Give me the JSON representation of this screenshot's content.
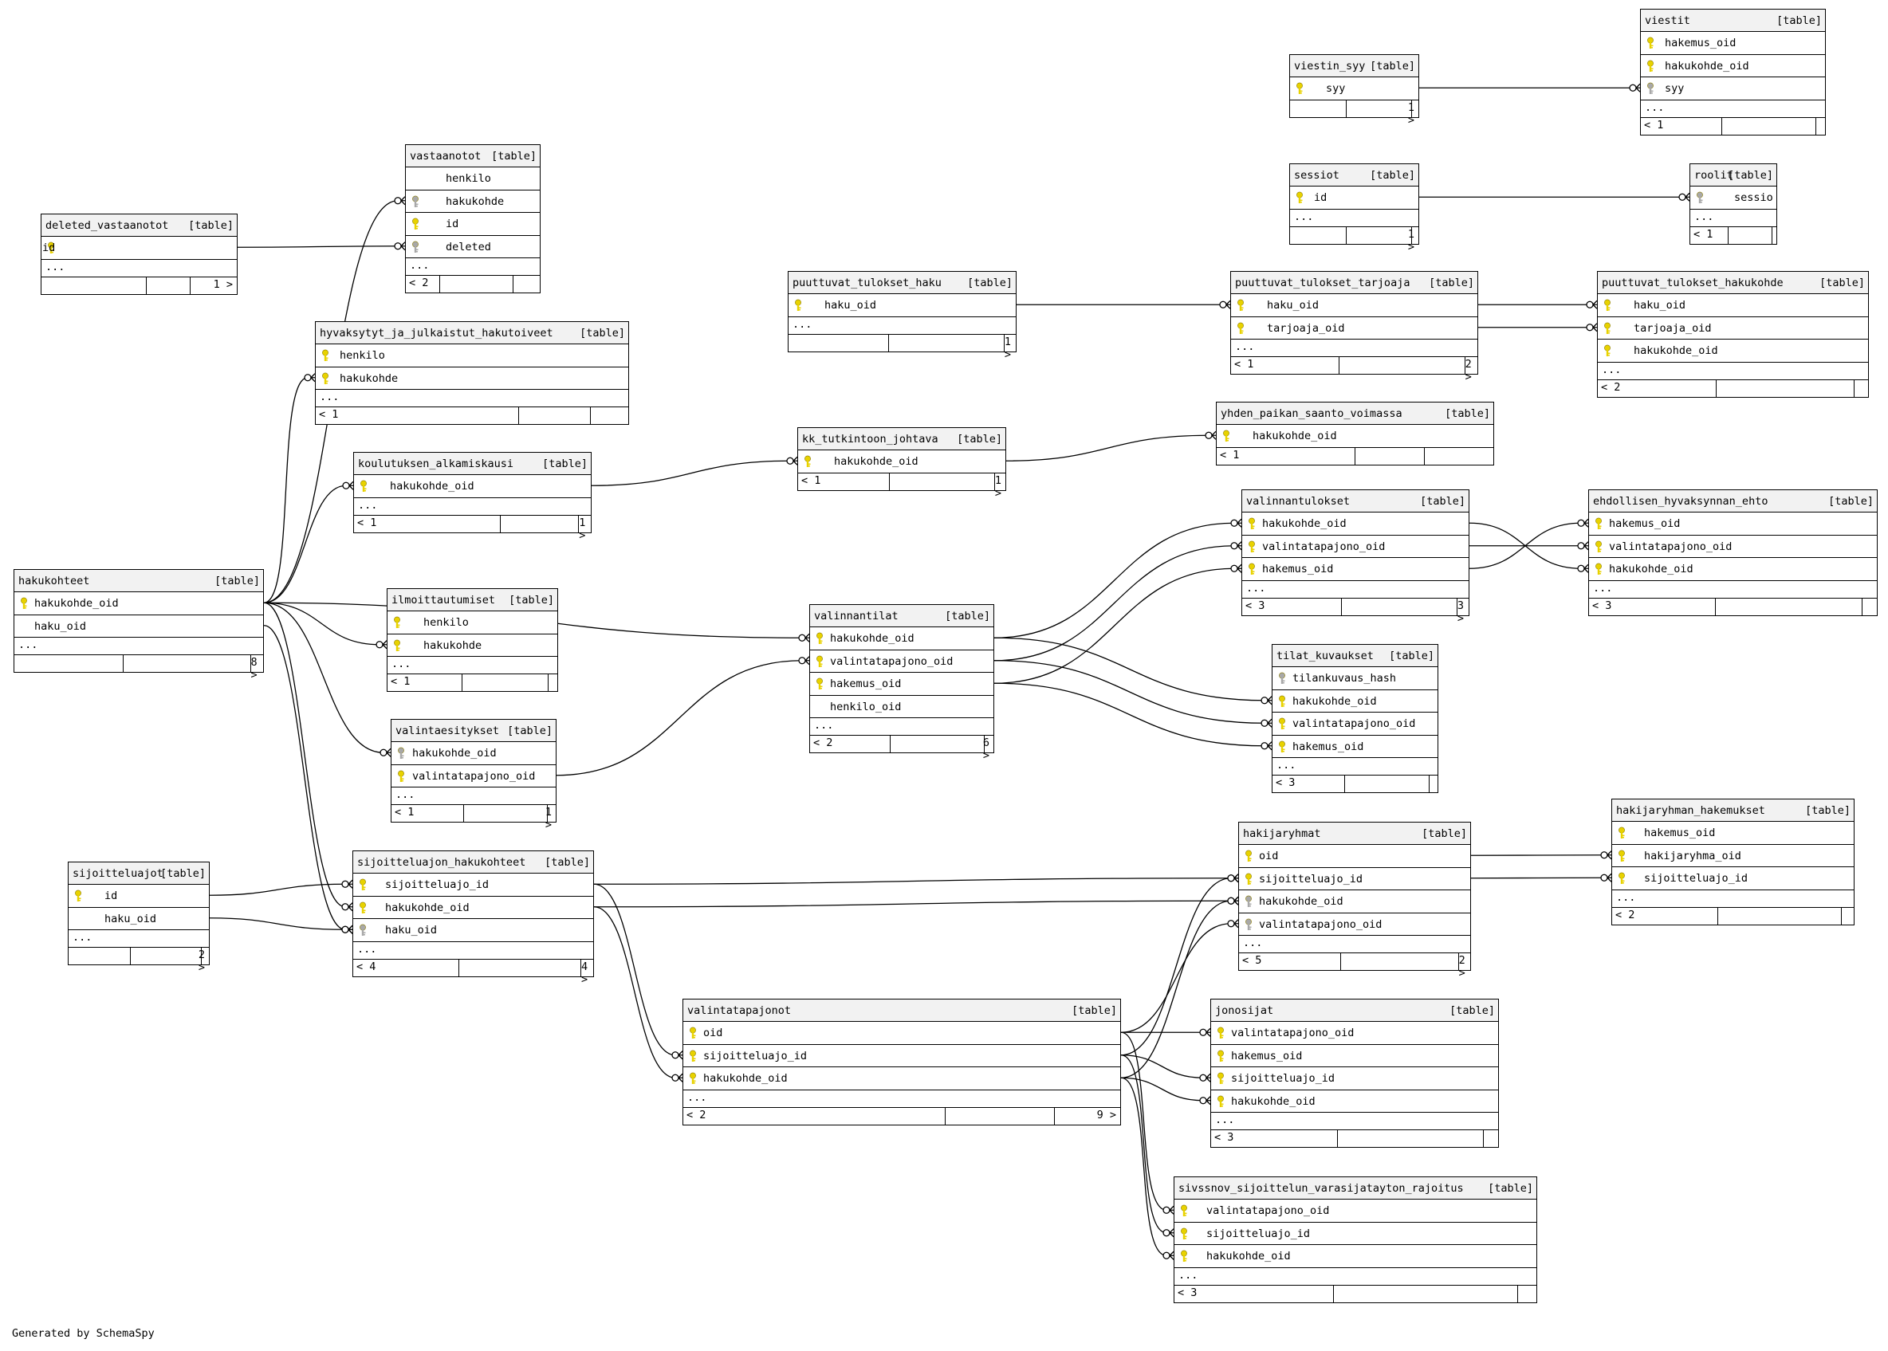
{
  "footer_text": "Generated by SchemaSpy",
  "type_label": "[table]",
  "more_label": "...",
  "key_colors": {
    "primary": "#e8d200",
    "foreign": "#a8a8a8"
  },
  "tables": [
    {
      "id": "deleted_vastaanotot",
      "name": "deleted_vastaanotot",
      "cols": [
        {
          "name": "id",
          "key": "pk"
        }
      ],
      "more": true,
      "parents": "",
      "children": "1 >"
    },
    {
      "id": "vastaanotot",
      "name": "vastaanotot",
      "cols": [
        {
          "name": "henkilo",
          "key": ""
        },
        {
          "name": "hakukohde",
          "key": "fk"
        },
        {
          "name": "id",
          "key": "pk"
        },
        {
          "name": "deleted",
          "key": "fk"
        }
      ],
      "more": true,
      "parents": "< 2",
      "children": ""
    },
    {
      "id": "hyvaksytyt",
      "name": "hyvaksytyt_ja_julkaistut_hakutoiveet",
      "cols": [
        {
          "name": "henkilo",
          "key": "pk"
        },
        {
          "name": "hakukohde",
          "key": "pk"
        }
      ],
      "more": true,
      "parents": "< 1",
      "children": ""
    },
    {
      "id": "koulutuksen",
      "name": "koulutuksen_alkamiskausi",
      "cols": [
        {
          "name": "hakukohde_oid",
          "key": "pk"
        }
      ],
      "more": true,
      "parents": "< 1",
      "children": "1 >"
    },
    {
      "id": "kk_tutkintoon",
      "name": "kk_tutkintoon_johtava",
      "cols": [
        {
          "name": "hakukohde_oid",
          "key": "pk"
        }
      ],
      "more": false,
      "parents": "< 1",
      "children": "1 >"
    },
    {
      "id": "puuttuvat_haku",
      "name": "puuttuvat_tulokset_haku",
      "cols": [
        {
          "name": "haku_oid",
          "key": "pk"
        }
      ],
      "more": true,
      "parents": "",
      "children": "1 >"
    },
    {
      "id": "puuttuvat_tarjoaja",
      "name": "puuttuvat_tulokset_tarjoaja",
      "cols": [
        {
          "name": "haku_oid",
          "key": "pk"
        },
        {
          "name": "tarjoaja_oid",
          "key": "pk"
        }
      ],
      "more": true,
      "parents": "< 1",
      "children": "2 >"
    },
    {
      "id": "puuttuvat_hakukohde",
      "name": "puuttuvat_tulokset_hakukohde",
      "cols": [
        {
          "name": "haku_oid",
          "key": "pk"
        },
        {
          "name": "tarjoaja_oid",
          "key": "pk"
        },
        {
          "name": "hakukohde_oid",
          "key": "pk"
        }
      ],
      "more": true,
      "parents": "< 2",
      "children": ""
    },
    {
      "id": "viestin_syy",
      "name": "viestin_syy",
      "cols": [
        {
          "name": "syy",
          "key": "pk"
        }
      ],
      "more": false,
      "parents": "",
      "children": "1 >"
    },
    {
      "id": "viestit",
      "name": "viestit",
      "cols": [
        {
          "name": "hakemus_oid",
          "key": "pk"
        },
        {
          "name": "hakukohde_oid",
          "key": "pk"
        },
        {
          "name": "syy",
          "key": "fk"
        }
      ],
      "more": true,
      "parents": "< 1",
      "children": ""
    },
    {
      "id": "sessiot",
      "name": "sessiot",
      "cols": [
        {
          "name": "id",
          "key": "pk"
        }
      ],
      "more": true,
      "parents": "",
      "children": "1 >"
    },
    {
      "id": "roolit",
      "name": "roolit",
      "cols": [
        {
          "name": "sessio",
          "key": "fk"
        }
      ],
      "more": true,
      "parents": "< 1",
      "children": ""
    },
    {
      "id": "yhden_paikan",
      "name": "yhden_paikan_saanto_voimassa",
      "cols": [
        {
          "name": "hakukohde_oid",
          "key": "pk"
        }
      ],
      "more": false,
      "parents": "< 1",
      "children": ""
    },
    {
      "id": "hakukohteet",
      "name": "hakukohteet",
      "cols": [
        {
          "name": "hakukohde_oid",
          "key": "pk"
        },
        {
          "name": "haku_oid",
          "key": ""
        }
      ],
      "more": true,
      "parents": "",
      "children": "8 >"
    },
    {
      "id": "ilmoittautumiset",
      "name": "ilmoittautumiset",
      "cols": [
        {
          "name": "henkilo",
          "key": "pk"
        },
        {
          "name": "hakukohde",
          "key": "pk"
        }
      ],
      "more": true,
      "parents": "< 1",
      "children": ""
    },
    {
      "id": "valintaesitykset",
      "name": "valintaesitykset",
      "cols": [
        {
          "name": "hakukohde_oid",
          "key": "fk"
        },
        {
          "name": "valintatapajono_oid",
          "key": "pk"
        }
      ],
      "more": true,
      "parents": "< 1",
      "children": "1 >"
    },
    {
      "id": "valinnantilat",
      "name": "valinnantilat",
      "cols": [
        {
          "name": "hakukohde_oid",
          "key": "pk"
        },
        {
          "name": "valintatapajono_oid",
          "key": "pk"
        },
        {
          "name": "hakemus_oid",
          "key": "pk"
        },
        {
          "name": "henkilo_oid",
          "key": ""
        }
      ],
      "more": true,
      "parents": "< 2",
      "children": "6 >"
    },
    {
      "id": "valinnantulokset",
      "name": "valinnantulokset",
      "cols": [
        {
          "name": "hakukohde_oid",
          "key": "pk"
        },
        {
          "name": "valintatapajono_oid",
          "key": "pk"
        },
        {
          "name": "hakemus_oid",
          "key": "pk"
        }
      ],
      "more": true,
      "parents": "< 3",
      "children": "3 >"
    },
    {
      "id": "ehdollisen",
      "name": "ehdollisen_hyvaksynnan_ehto",
      "cols": [
        {
          "name": "hakemus_oid",
          "key": "pk"
        },
        {
          "name": "valintatapajono_oid",
          "key": "pk"
        },
        {
          "name": "hakukohde_oid",
          "key": "pk"
        }
      ],
      "more": true,
      "parents": "< 3",
      "children": ""
    },
    {
      "id": "tilat_kuvaukset",
      "name": "tilat_kuvaukset",
      "cols": [
        {
          "name": "tilankuvaus_hash",
          "key": "fk"
        },
        {
          "name": "hakukohde_oid",
          "key": "pk"
        },
        {
          "name": "valintatapajono_oid",
          "key": "pk"
        },
        {
          "name": "hakemus_oid",
          "key": "pk"
        }
      ],
      "more": true,
      "parents": "< 3",
      "children": ""
    },
    {
      "id": "sijoitteluajot",
      "name": "sijoitteluajot",
      "cols": [
        {
          "name": "id",
          "key": "pk"
        },
        {
          "name": "haku_oid",
          "key": ""
        }
      ],
      "more": true,
      "parents": "",
      "children": "2 >"
    },
    {
      "id": "sij_hakukohteet",
      "name": "sijoitteluajon_hakukohteet",
      "cols": [
        {
          "name": "sijoitteluajo_id",
          "key": "pk"
        },
        {
          "name": "hakukohde_oid",
          "key": "pk"
        },
        {
          "name": "haku_oid",
          "key": "fk"
        }
      ],
      "more": true,
      "parents": "< 4",
      "children": "4 >"
    },
    {
      "id": "hakijaryhmat",
      "name": "hakijaryhmat",
      "cols": [
        {
          "name": "oid",
          "key": "pk"
        },
        {
          "name": "sijoitteluajo_id",
          "key": "pk"
        },
        {
          "name": "hakukohde_oid",
          "key": "fk"
        },
        {
          "name": "valintatapajono_oid",
          "key": "fk"
        }
      ],
      "more": true,
      "parents": "< 5",
      "children": "2 >"
    },
    {
      "id": "hakijaryhman_hakemukset",
      "name": "hakijaryhman_hakemukset",
      "cols": [
        {
          "name": "hakemus_oid",
          "key": "pk"
        },
        {
          "name": "hakijaryhma_oid",
          "key": "pk"
        },
        {
          "name": "sijoitteluajo_id",
          "key": "pk"
        }
      ],
      "more": true,
      "parents": "< 2",
      "children": ""
    },
    {
      "id": "valintatapajonot",
      "name": "valintatapajonot",
      "cols": [
        {
          "name": "oid",
          "key": "pk"
        },
        {
          "name": "sijoitteluajo_id",
          "key": "pk"
        },
        {
          "name": "hakukohde_oid",
          "key": "pk"
        }
      ],
      "more": true,
      "parents": "< 2",
      "children": "9 >"
    },
    {
      "id": "jonosijat",
      "name": "jonosijat",
      "cols": [
        {
          "name": "valintatapajono_oid",
          "key": "pk"
        },
        {
          "name": "hakemus_oid",
          "key": "pk"
        },
        {
          "name": "sijoitteluajo_id",
          "key": "pk"
        },
        {
          "name": "hakukohde_oid",
          "key": "pk"
        }
      ],
      "more": true,
      "parents": "< 3",
      "children": ""
    },
    {
      "id": "sivssnov",
      "name": "sivssnov_sijoittelun_varasijatayton_rajoitus",
      "cols": [
        {
          "name": "valintatapajono_oid",
          "key": "pk"
        },
        {
          "name": "sijoitteluajo_id",
          "key": "pk"
        },
        {
          "name": "hakukohde_oid",
          "key": "pk"
        }
      ],
      "more": true,
      "parents": "< 3",
      "children": ""
    }
  ]
}
